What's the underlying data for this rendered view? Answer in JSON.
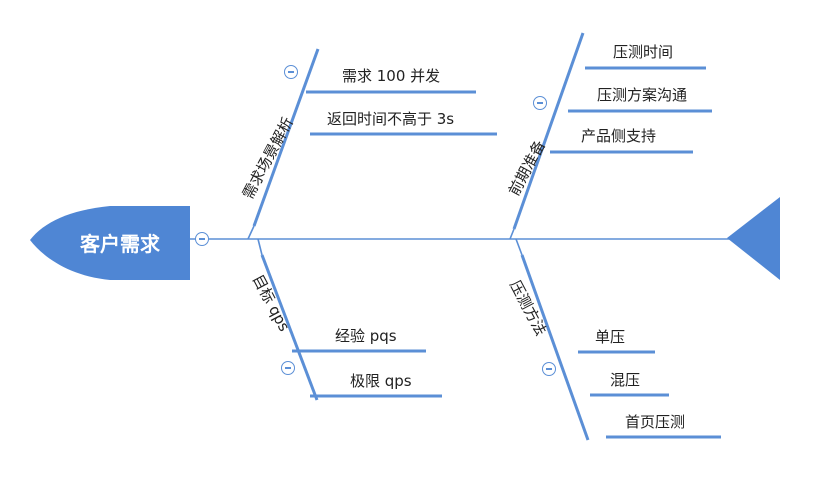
{
  "diagram": {
    "head": "客户需求",
    "colors": {
      "accent": "#5b8fd6",
      "spine": "#5b8fd6"
    },
    "branches": [
      {
        "label": "需求场景解析",
        "items": [
          "需求 100 并发",
          "返回时间不高于 3s"
        ]
      },
      {
        "label": "前期准备",
        "items": [
          "压测时间",
          "压测方案沟通",
          "产品侧支持"
        ]
      },
      {
        "label": "目标 qps",
        "items": [
          "经验 pqs",
          "极限 qps"
        ]
      },
      {
        "label": "压测方法",
        "items": [
          "单压",
          "混压",
          "首页压测"
        ]
      }
    ]
  }
}
